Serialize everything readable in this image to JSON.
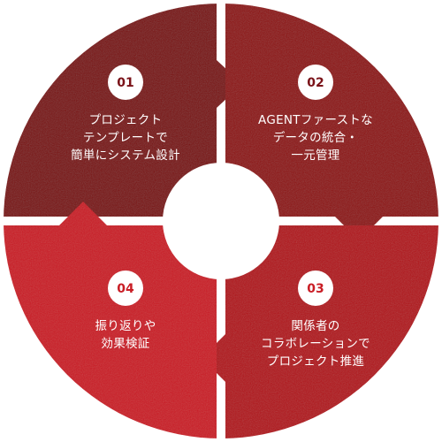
{
  "colors": {
    "step1": "#7a1218",
    "step2": "#8e1419",
    "step3": "#b0171f",
    "step4": "#c91d25",
    "badge_fill": "#ffffff",
    "badge_text_dark": "#7a1218",
    "badge_text_red": "#c91d25",
    "center": "#ffffff"
  },
  "steps": [
    {
      "number": "01",
      "lines": [
        "プロジェクト",
        "テンプレートで",
        "簡単にシステム設計"
      ]
    },
    {
      "number": "02",
      "lines": [
        "AGENTファーストな",
        "データの統合・",
        "一元管理"
      ]
    },
    {
      "number": "03",
      "lines": [
        "関係者の",
        "コラボレーションで",
        "プロジェクト推進"
      ]
    },
    {
      "number": "04",
      "lines": [
        "振り返りや",
        "効果検証"
      ]
    }
  ]
}
